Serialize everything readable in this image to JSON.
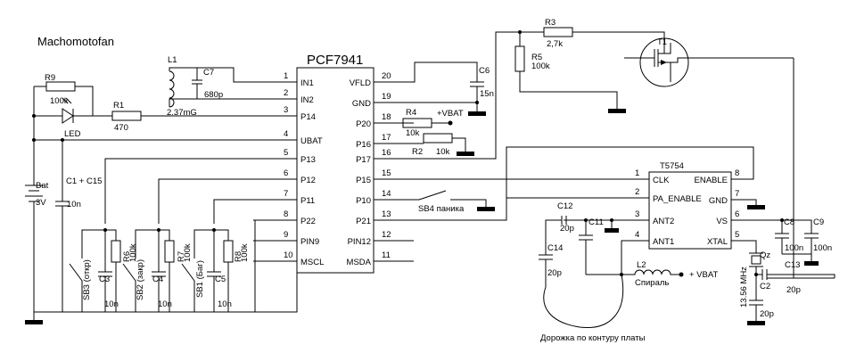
{
  "title": "Machomotofan",
  "ic1": {
    "name": "PCF7941",
    "left_pins": [
      {
        "num": "1",
        "name": "IN1"
      },
      {
        "num": "2",
        "name": "IN2"
      },
      {
        "num": "3",
        "name": "P14"
      },
      {
        "num": "4",
        "name": "UBAT"
      },
      {
        "num": "5",
        "name": "P13"
      },
      {
        "num": "6",
        "name": "P12"
      },
      {
        "num": "7",
        "name": "P11"
      },
      {
        "num": "8",
        "name": "P22"
      },
      {
        "num": "9",
        "name": "PIN9"
      },
      {
        "num": "10",
        "name": "MSCL"
      }
    ],
    "right_pins": [
      {
        "num": "20",
        "name": "VFLD"
      },
      {
        "num": "19",
        "name": "GND"
      },
      {
        "num": "18",
        "name": "P20"
      },
      {
        "num": "17",
        "name": "P16"
      },
      {
        "num": "16",
        "name": "P17"
      },
      {
        "num": "15",
        "name": "P15"
      },
      {
        "num": "14",
        "name": "P10"
      },
      {
        "num": "13",
        "name": "P21"
      },
      {
        "num": "12",
        "name": "PIN12"
      },
      {
        "num": "11",
        "name": "MSDA"
      }
    ]
  },
  "ic2": {
    "name": "T5754",
    "left_pins": [
      {
        "num": "1",
        "name": "CLK"
      },
      {
        "num": "2",
        "name": "PA_ENABLE"
      },
      {
        "num": "3",
        "name": "ANT2"
      },
      {
        "num": "4",
        "name": "ANT1"
      }
    ],
    "right_pins": [
      {
        "num": "8",
        "name": "ENABLE"
      },
      {
        "num": "7",
        "name": "GND"
      },
      {
        "num": "6",
        "name": "VS"
      },
      {
        "num": "5",
        "name": "XTAL"
      }
    ]
  },
  "labels": {
    "l1": "L1",
    "l1_value": "2.37mG",
    "c7": "C7",
    "c7_value": "680p",
    "r9": "R9",
    "r9_value": "100k",
    "led": "LED",
    "r1": "R1",
    "r1_value": "470",
    "bat": "Bat",
    "bat_value": "3V",
    "c1": "C1 + C15",
    "c1_value": "10n",
    "c6": "C6",
    "c6_value": "15n",
    "r4": "R4",
    "r4_value": "10k",
    "vbat1": "+VBAT",
    "r2": "R2",
    "r2_value": "10k",
    "r3": "R3",
    "r3_value": "2,7k",
    "r5": "R5",
    "r5_value": "100k",
    "t1": "T1",
    "sb4": "SB4 паника",
    "c12": "C12",
    "c12_value": "20p",
    "c11": "C11",
    "c14": "C14",
    "c14_value": "20p",
    "l2": "L2",
    "l2_value": "Спираль",
    "vbat2": "+ VBAT",
    "c8": "C8",
    "c8_value": "100n",
    "c9": "C9",
    "c9_value": "100n",
    "qz": "Qz",
    "qz_value": "13.56 MHz",
    "c13": "C13",
    "c13_value": "20p",
    "c2": "C2",
    "c2_value": "20p",
    "trace": "Дорожка по контуру платы",
    "sb3": "SB3 (откр)",
    "r6": "R6",
    "r6_value": "100k",
    "c3": "C3",
    "c3_value": "10n",
    "sb2": "SB2 (закр)",
    "r7": "R7",
    "r7_value": "100k",
    "c4": "C4",
    "c4_value": "10n",
    "sb1": "SB1 (Баг)",
    "r8": "R8",
    "r8_value": "100k",
    "c5": "C5",
    "c5_value": "10n"
  }
}
